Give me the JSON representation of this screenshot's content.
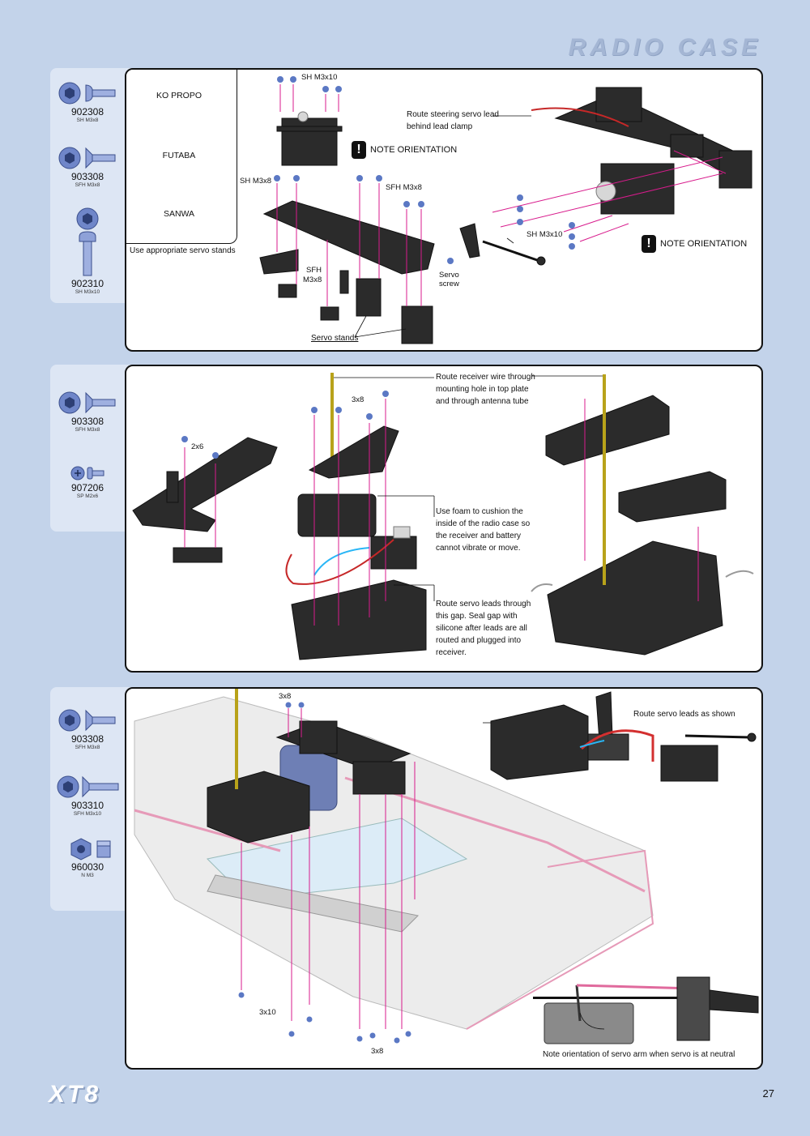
{
  "page": {
    "title": "RADIO CASE",
    "logo": "XT8",
    "number": "27"
  },
  "colors": {
    "background": "#c3d3ea",
    "panel_border": "#111111",
    "guide_line": "#d81b8c",
    "screw_blue": "#5b78c4"
  },
  "step1": {
    "parts": [
      {
        "code": "902308",
        "desc": "SH M3x8",
        "icon": "button-head-screw-icon"
      },
      {
        "code": "903308",
        "desc": "SFH M3x8",
        "icon": "flat-head-screw-icon"
      },
      {
        "code": "902310",
        "desc": "SH M3x10",
        "icon": "button-head-screw-icon"
      }
    ],
    "brands": [
      "KO PROPO",
      "FUTABA",
      "SANWA"
    ],
    "stands_note": "Use appropriate servo stands",
    "labels": {
      "sh_m3x10_top": "SH M3x10",
      "sh_m3x8": "SH M3x8",
      "sfh_m3x8_top": "SFH M3x8",
      "sfh": "SFH",
      "m3x8": "M3x8",
      "servo_stands": "Servo stands",
      "route_steering_1": "Route steering servo lead",
      "route_steering_2": "behind lead clamp",
      "note_orientation_1": "NOTE ORIENTATION",
      "note_orientation_2": "NOTE ORIENTATION",
      "sh_m3x10_right": "SH M3x10",
      "servo": "Servo",
      "screw": "screw"
    }
  },
  "step2": {
    "parts": [
      {
        "code": "903308",
        "desc": "SFH M3x8",
        "icon": "flat-head-screw-icon"
      },
      {
        "code": "907206",
        "desc": "SP M2x6",
        "icon": "phillips-screw-icon"
      }
    ],
    "labels": {
      "size_2x6": "2x6",
      "size_3x8": "3x8",
      "route_receiver": [
        "Route receiver wire through",
        "mounting hole in top plate",
        "and through antenna tube"
      ],
      "foam": [
        "Use foam to cushion the",
        "inside of the radio case so",
        "the receiver and battery",
        "cannot vibrate or move."
      ],
      "route_leads": [
        "Route servo leads through",
        "this gap. Seal gap with",
        "silicone after leads are all",
        "routed and plugged into",
        "receiver."
      ]
    }
  },
  "step3": {
    "parts": [
      {
        "code": "903308",
        "desc": "SFH M3x8",
        "icon": "flat-head-screw-icon"
      },
      {
        "code": "903310",
        "desc": "SFH M3x10",
        "icon": "flat-head-screw-icon"
      },
      {
        "code": "960030",
        "desc": "N M3",
        "icon": "lock-nut-icon"
      }
    ],
    "labels": {
      "size_3x8_top": "3x8",
      "size_3x10": "3x10",
      "size_3x8_bottom": "3x8",
      "route_shown": "Route servo leads as shown",
      "servo_arm_note": "Note orientation of servo arm when servo is at neutral"
    }
  }
}
